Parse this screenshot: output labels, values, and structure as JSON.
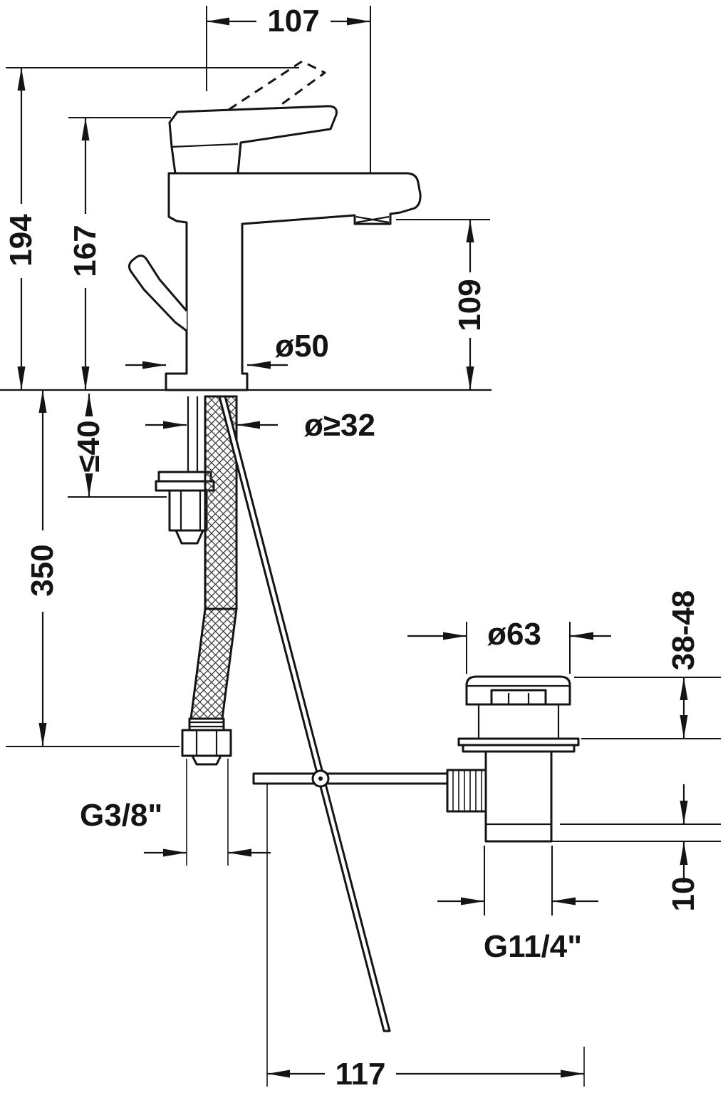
{
  "drawing": {
    "ink_color": "#141414",
    "labels": {
      "d107": "107",
      "d194": "194",
      "d167": "167",
      "d109": "109",
      "o50": "ø50",
      "o32": "ø≥32",
      "le40": "≤40",
      "d350": "350",
      "o63": "ø63",
      "r3848": "38-48",
      "g38": "G3/8\"",
      "d10": "10",
      "g114": "G11/4\"",
      "d117": "117"
    }
  }
}
